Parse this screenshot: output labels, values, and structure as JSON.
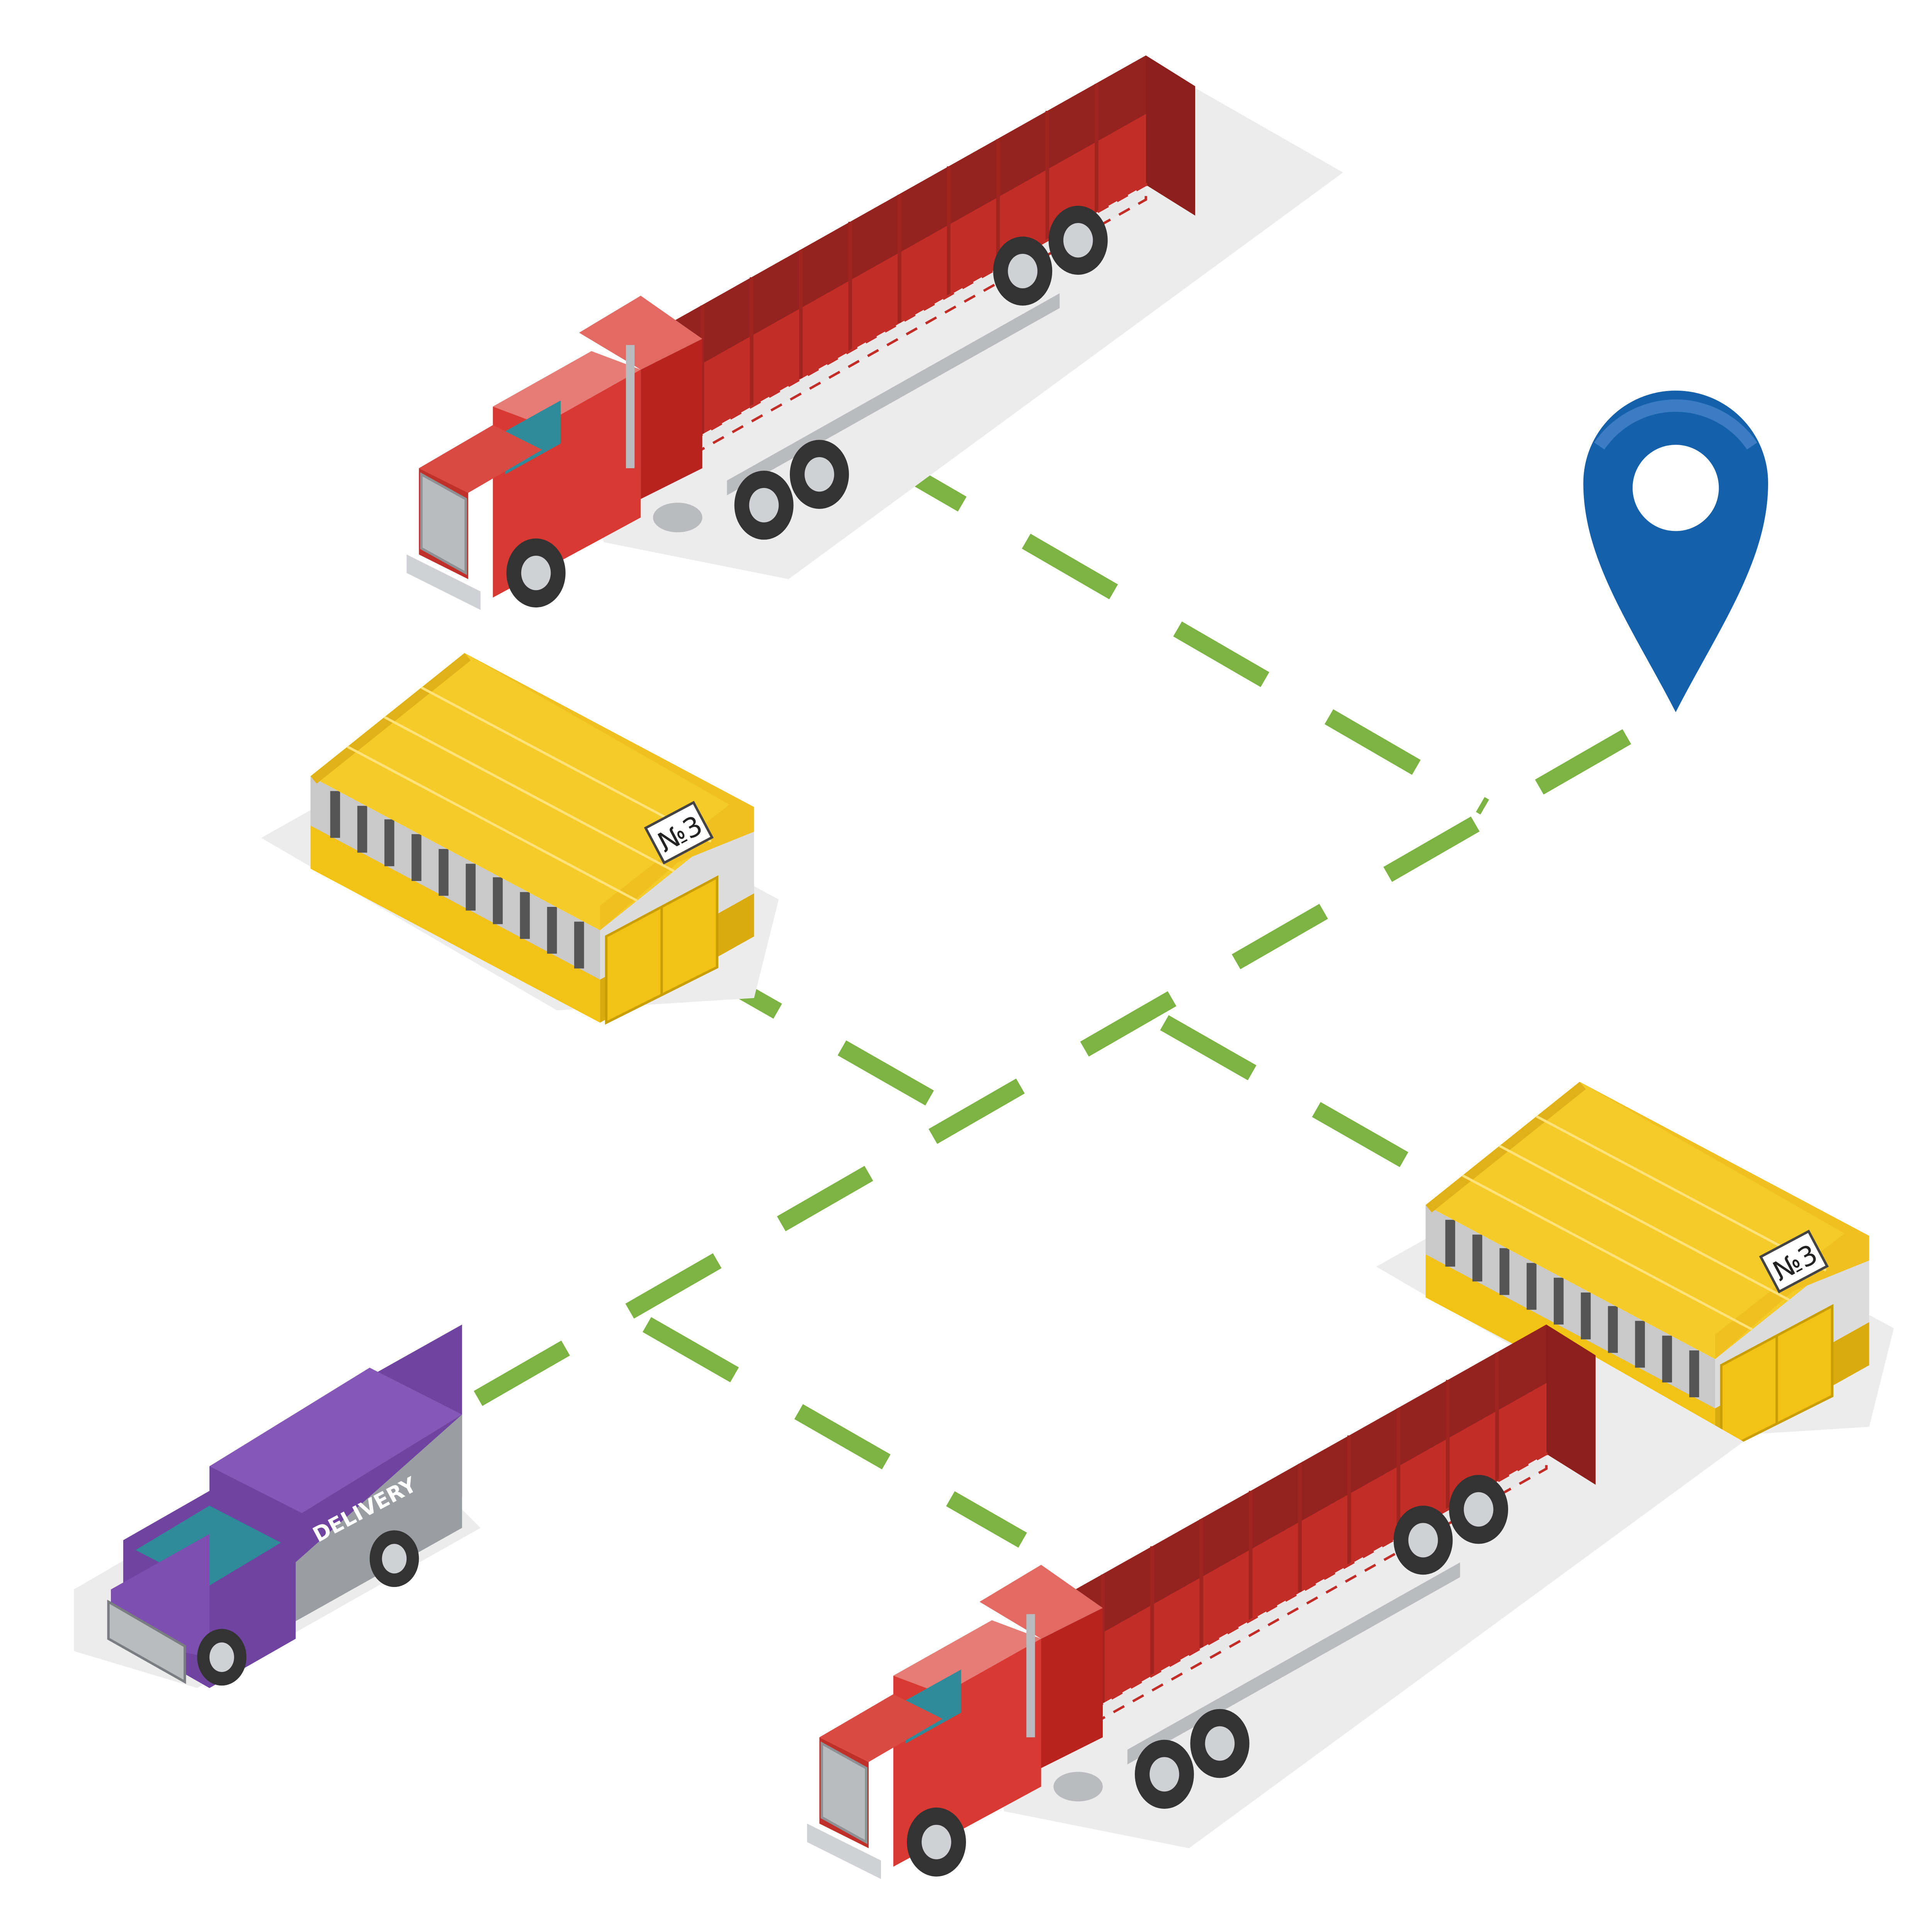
{
  "colors": {
    "route": "#7cb342",
    "pin": "#1460ab",
    "trailer": "#c22d28",
    "trailer_dark": "#94231f",
    "cab": "#d83a33",
    "roof": "#efc020",
    "base": "#f2c314",
    "wall": "#c9c9c9",
    "van": "#6f43a0",
    "chrome": "#b9bbbe",
    "shadow": "#ececec"
  },
  "warehouse_1": {
    "tag": "№3",
    "icon": "warehouse-icon"
  },
  "warehouse_2": {
    "tag": "№3",
    "icon": "warehouse-icon"
  },
  "van": {
    "label": "DELIVERY",
    "icon": "delivery-van-icon"
  },
  "truck_top": {
    "icon": "semi-truck-icon"
  },
  "truck_bottom": {
    "icon": "semi-truck-icon"
  },
  "destination": {
    "icon": "location-pin-icon"
  }
}
